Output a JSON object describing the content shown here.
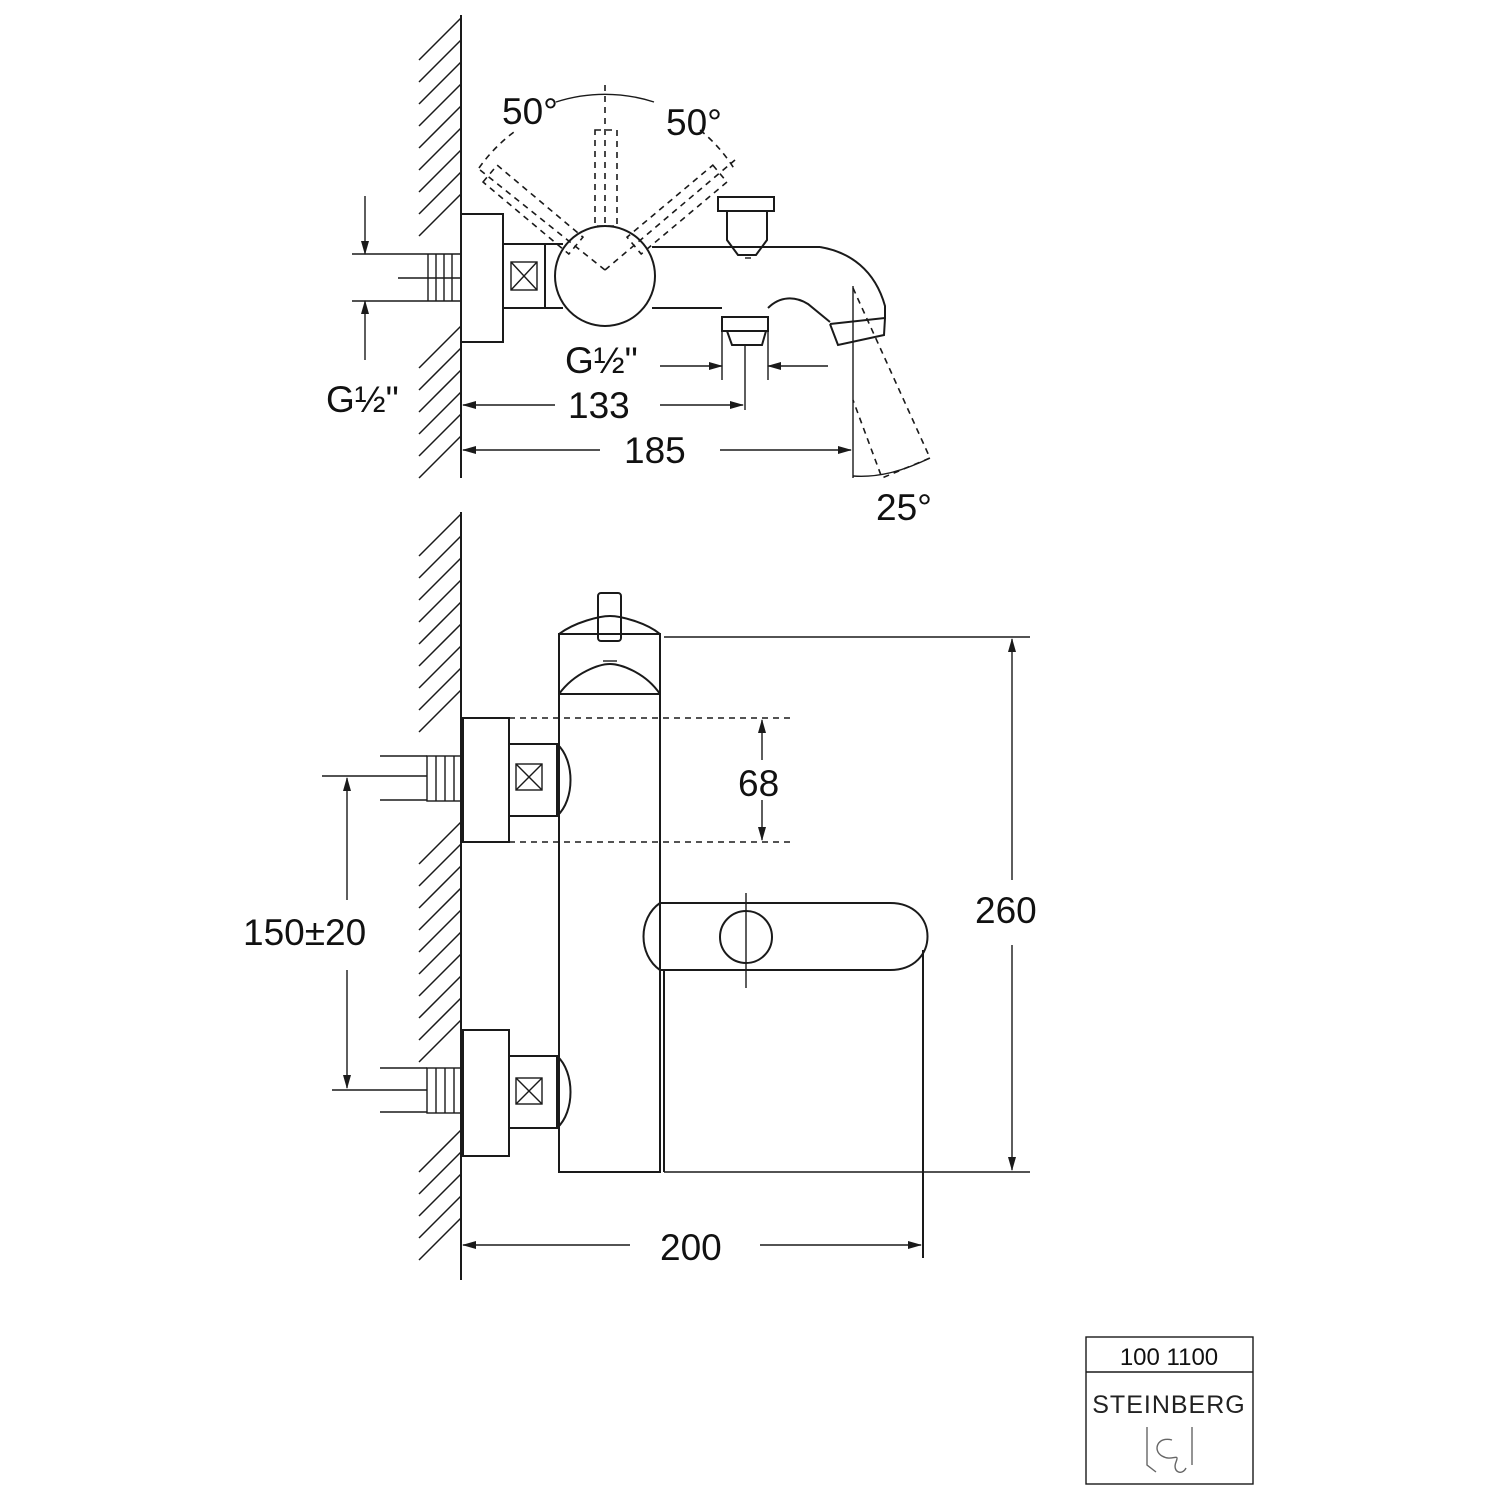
{
  "top_view": {
    "angle_left": "50°",
    "angle_right": "50°",
    "thread_outlet": "G½\"",
    "thread_inlet": "G½\"",
    "dim_outlet": "133",
    "dim_spout": "185",
    "angle_spout": "25°"
  },
  "front_view": {
    "dim_inlet_height": "68",
    "dim_inlet_spacing": "150±20",
    "dim_total_height": "260",
    "dim_depth": "200"
  },
  "title_block": {
    "article_number": "100 1100",
    "brand": "STEINBERG",
    "logo_icon": "steinberg-logo-icon"
  }
}
